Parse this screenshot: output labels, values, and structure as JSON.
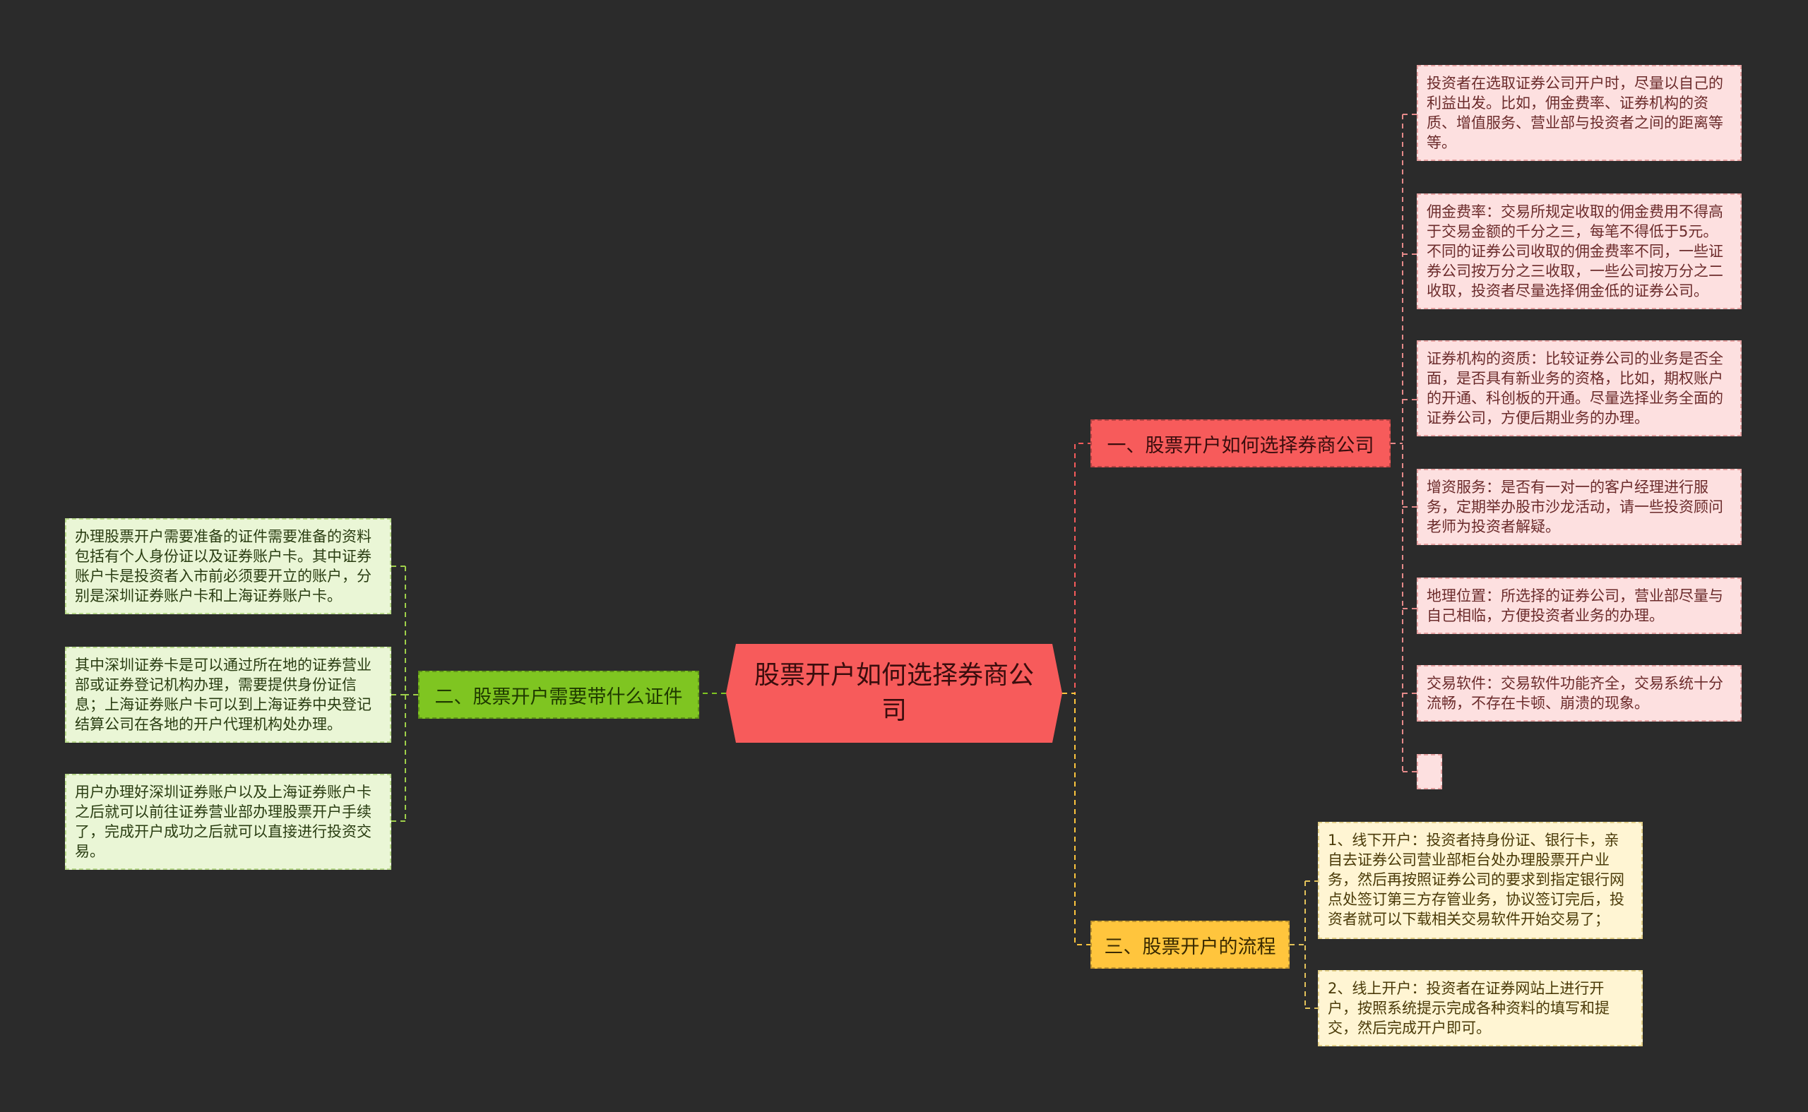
{
  "mindmap": {
    "root": "股票开户如何选择券商公司",
    "branches": [
      {
        "label": "一、股票开户如何选择券商公司",
        "color": "#f75b5b",
        "leaves": [
          "投资者在选取证券公司开户时，尽量以自己的利益出发。比如，佣金费率、证券机构的资质、增值服务、营业部与投资者之间的距离等等。",
          "佣金费率：交易所规定收取的佣金费用不得高于交易金额的千分之三，每笔不得低于5元。不同的证券公司收取的佣金费率不同，一些证券公司按万分之三收取，一些公司按万分之二收取，投资者尽量选择佣金低的证券公司。",
          "证券机构的资质：比较证券公司的业务是否全面，是否具有新业务的资格，比如，期权账户的开通、科创板的开通。尽量选择业务全面的证券公司，方便后期业务的办理。",
          "增资服务：是否有一对一的客户经理进行服务，定期举办股市沙龙活动，请一些投资顾问老师为投资者解疑。",
          "地理位置：所选择的证券公司，营业部尽量与自己相临，方便投资者业务的办理。",
          "交易软件：交易软件功能齐全，交易系统十分流畅，不存在卡顿、崩溃的现象。",
          ""
        ]
      },
      {
        "label": "二、股票开户需要带什么证件",
        "color": "#7fc521",
        "leaves": [
          "办理股票开户需要准备的证件需要准备的资料包括有个人身份证以及证券账户卡。其中证券账户卡是投资者入市前必须要开立的账户，分别是深圳证券账户卡和上海证券账户卡。",
          "其中深圳证券卡是可以通过所在地的证券营业部或证券登记机构办理，需要提供身份证信息；上海证券账户卡可以到上海证券中央登记结算公司在各地的开户代理机构处办理。",
          "用户办理好深圳证券账户以及上海证券账户卡之后就可以前往证券营业部办理股票开户手续了，完成开户成功之后就可以直接进行投资交易。"
        ]
      },
      {
        "label": "三、股票开户的流程",
        "color": "#ffc53d",
        "leaves": [
          "1、线下开户：投资者持身份证、银行卡，亲自去证券公司营业部柜台处办理股票开户业务，然后再按照证券公司的要求到指定银行网点处签订第三方存管业务，协议签订完后，投资者就可以下载相关交易软件开始交易了；",
          "2、线上开户：投资者在证券网站上进行开户，按照系统提示完成各种资料的填写和提交，然后完成开户即可。"
        ]
      }
    ]
  }
}
